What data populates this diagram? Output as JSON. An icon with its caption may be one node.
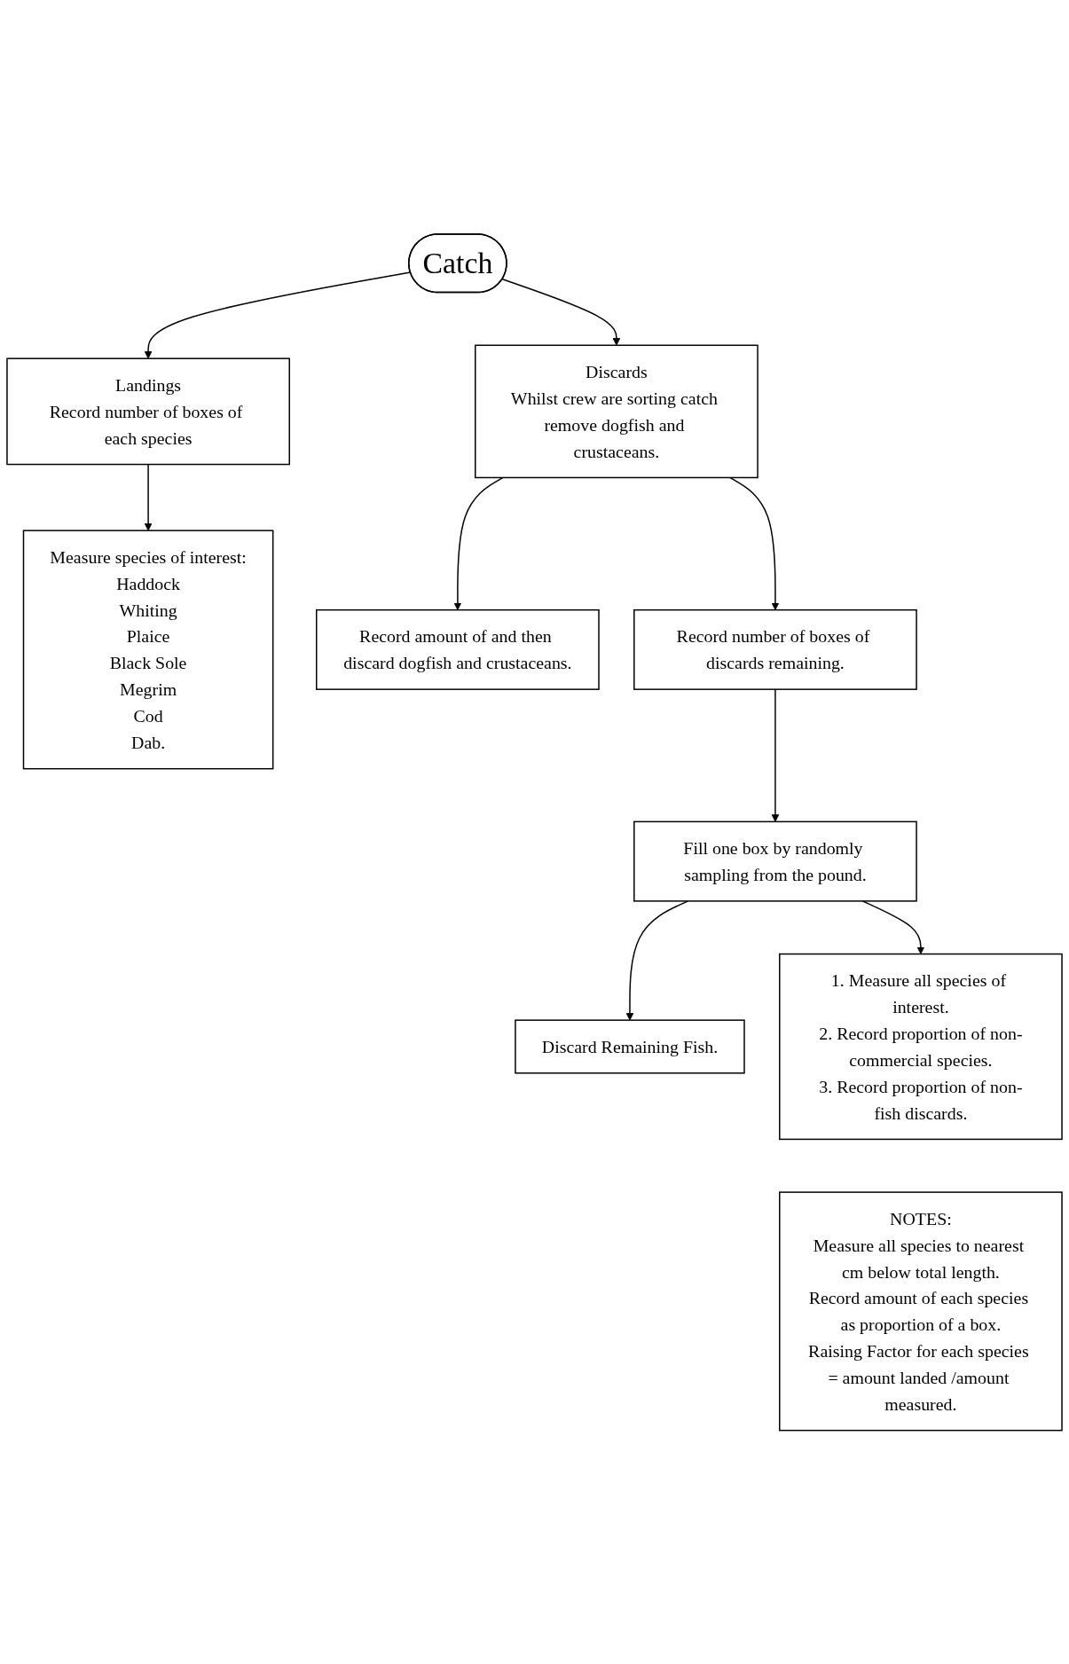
{
  "diagram": {
    "nodes": [
      {
        "text": [
          "Catch"
        ]
      },
      {
        "text": [
          "Landings",
          "Record number of boxes of each species"
        ]
      },
      {
        "text": [
          "Discards",
          "Whilst crew are sorting catch remove dogfish and crustaceans."
        ]
      },
      {
        "text": [
          "Measure species of interest:",
          "Haddock",
          "Whiting",
          "Plaice",
          "Black Sole",
          "Megrim",
          "Cod",
          "Dab."
        ]
      },
      {
        "text": [
          "Record amount of and then discard dogfish and crustaceans."
        ]
      },
      {
        "text": [
          "Record number of boxes of discards remaining."
        ]
      },
      {
        "text": [
          "Fill one box by randomly sampling from the pound."
        ]
      },
      {
        "text": [
          "Discard Remaining Fish."
        ]
      },
      {
        "text": [
          "1. Measure all species of interest.",
          "2. Record proportion of non-commercial species.",
          "3. Record proportion of non-fish discards."
        ]
      },
      {
        "text": [
          "NOTES:",
          "Measure all species to nearest cm below total length.",
          "Record amount of each species as proportion of a box.",
          "Raising Factor for each species = amount landed /amount measured."
        ]
      }
    ],
    "edges": [
      {
        "from": 0,
        "to": 1,
        "arrow": "to"
      },
      {
        "from": 0,
        "to": 2,
        "arrow": "to"
      },
      {
        "from": 1,
        "to": 3,
        "arrow": "to"
      },
      {
        "from": 2,
        "to": 4,
        "arrow": "to"
      },
      {
        "from": 2,
        "to": 5,
        "arrow": "to"
      },
      {
        "from": 5,
        "to": 6,
        "arrow": "to"
      },
      {
        "from": 6,
        "to": 7,
        "arrow": "to"
      },
      {
        "from": 6,
        "to": 8,
        "arrow": "to"
      }
    ]
  }
}
